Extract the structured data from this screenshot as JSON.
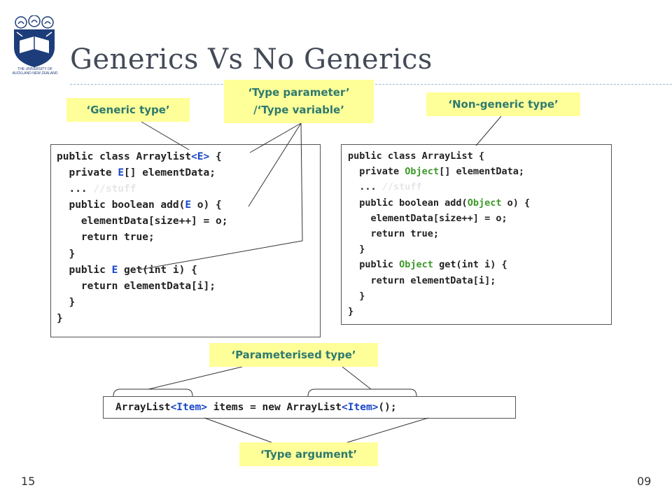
{
  "slide": {
    "title": "Generics Vs No Generics",
    "page_number": "15",
    "footer_right": "09",
    "logo_text": "THE UNIVERSITY OF AUCKLAND NEW ZEALAND"
  },
  "labels": {
    "generic_type": "‘Generic type’",
    "type_parameter_line1": "‘Type parameter’",
    "type_parameter_line2": "/‘Type variable’",
    "non_generic_type": "‘Non-generic type’",
    "parameterised_type": "‘Parameterised type’",
    "type_argument": "‘Type argument’"
  },
  "generic_code": [
    [
      {
        "t": "public class Arraylist"
      },
      {
        "t": "<E>",
        "c": "blue"
      },
      {
        "t": " {"
      }
    ],
    [
      {
        "t": "  private "
      },
      {
        "t": "E",
        "c": "blue"
      },
      {
        "t": "[] elementData;"
      }
    ],
    [
      {
        "t": "  ... "
      },
      {
        "t": "//stuff",
        "c": "comment"
      }
    ],
    [
      {
        "t": "  public boolean add("
      },
      {
        "t": "E",
        "c": "blue"
      },
      {
        "t": " o) {"
      }
    ],
    [
      {
        "t": "    elementData[size++] = o;"
      }
    ],
    [
      {
        "t": "    return true;"
      }
    ],
    [
      {
        "t": "  }"
      }
    ],
    [
      {
        "t": "  public "
      },
      {
        "t": "E",
        "c": "blue"
      },
      {
        "t": " get(int i) {"
      }
    ],
    [
      {
        "t": "    return elementData[i];"
      }
    ],
    [
      {
        "t": "  }"
      }
    ],
    [
      {
        "t": "}"
      }
    ]
  ],
  "nongeneric_code": [
    [
      {
        "t": "public class ArrayList {"
      }
    ],
    [
      {
        "t": "  private "
      },
      {
        "t": "Object",
        "c": "green"
      },
      {
        "t": "[] elementData;"
      }
    ],
    [
      {
        "t": "  ... "
      },
      {
        "t": "//stuff",
        "c": "comment"
      }
    ],
    [
      {
        "t": "  public boolean add("
      },
      {
        "t": "Object",
        "c": "green"
      },
      {
        "t": " o) {"
      }
    ],
    [
      {
        "t": "    elementData[size++] = o;"
      }
    ],
    [
      {
        "t": "    return true;"
      }
    ],
    [
      {
        "t": "  }"
      }
    ],
    [
      {
        "t": "  public "
      },
      {
        "t": "Object",
        "c": "green"
      },
      {
        "t": " get(int i) {"
      }
    ],
    [
      {
        "t": "    return elementData[i];"
      }
    ],
    [
      {
        "t": "  }"
      }
    ],
    [
      {
        "t": "}"
      }
    ]
  ],
  "bottom_code": [
    {
      "t": "ArrayList"
    },
    {
      "t": "<Item>",
      "c": "blue"
    },
    {
      "t": " items = new ArrayList"
    },
    {
      "t": "<Item>",
      "c": "blue"
    },
    {
      "t": "();"
    }
  ],
  "colors": {
    "label_bg": "#ffff99",
    "label_text": "#2e7a6e",
    "type_param_blue": "#1a47c8",
    "object_green": "#3d9a2a",
    "title": "#444b57"
  }
}
